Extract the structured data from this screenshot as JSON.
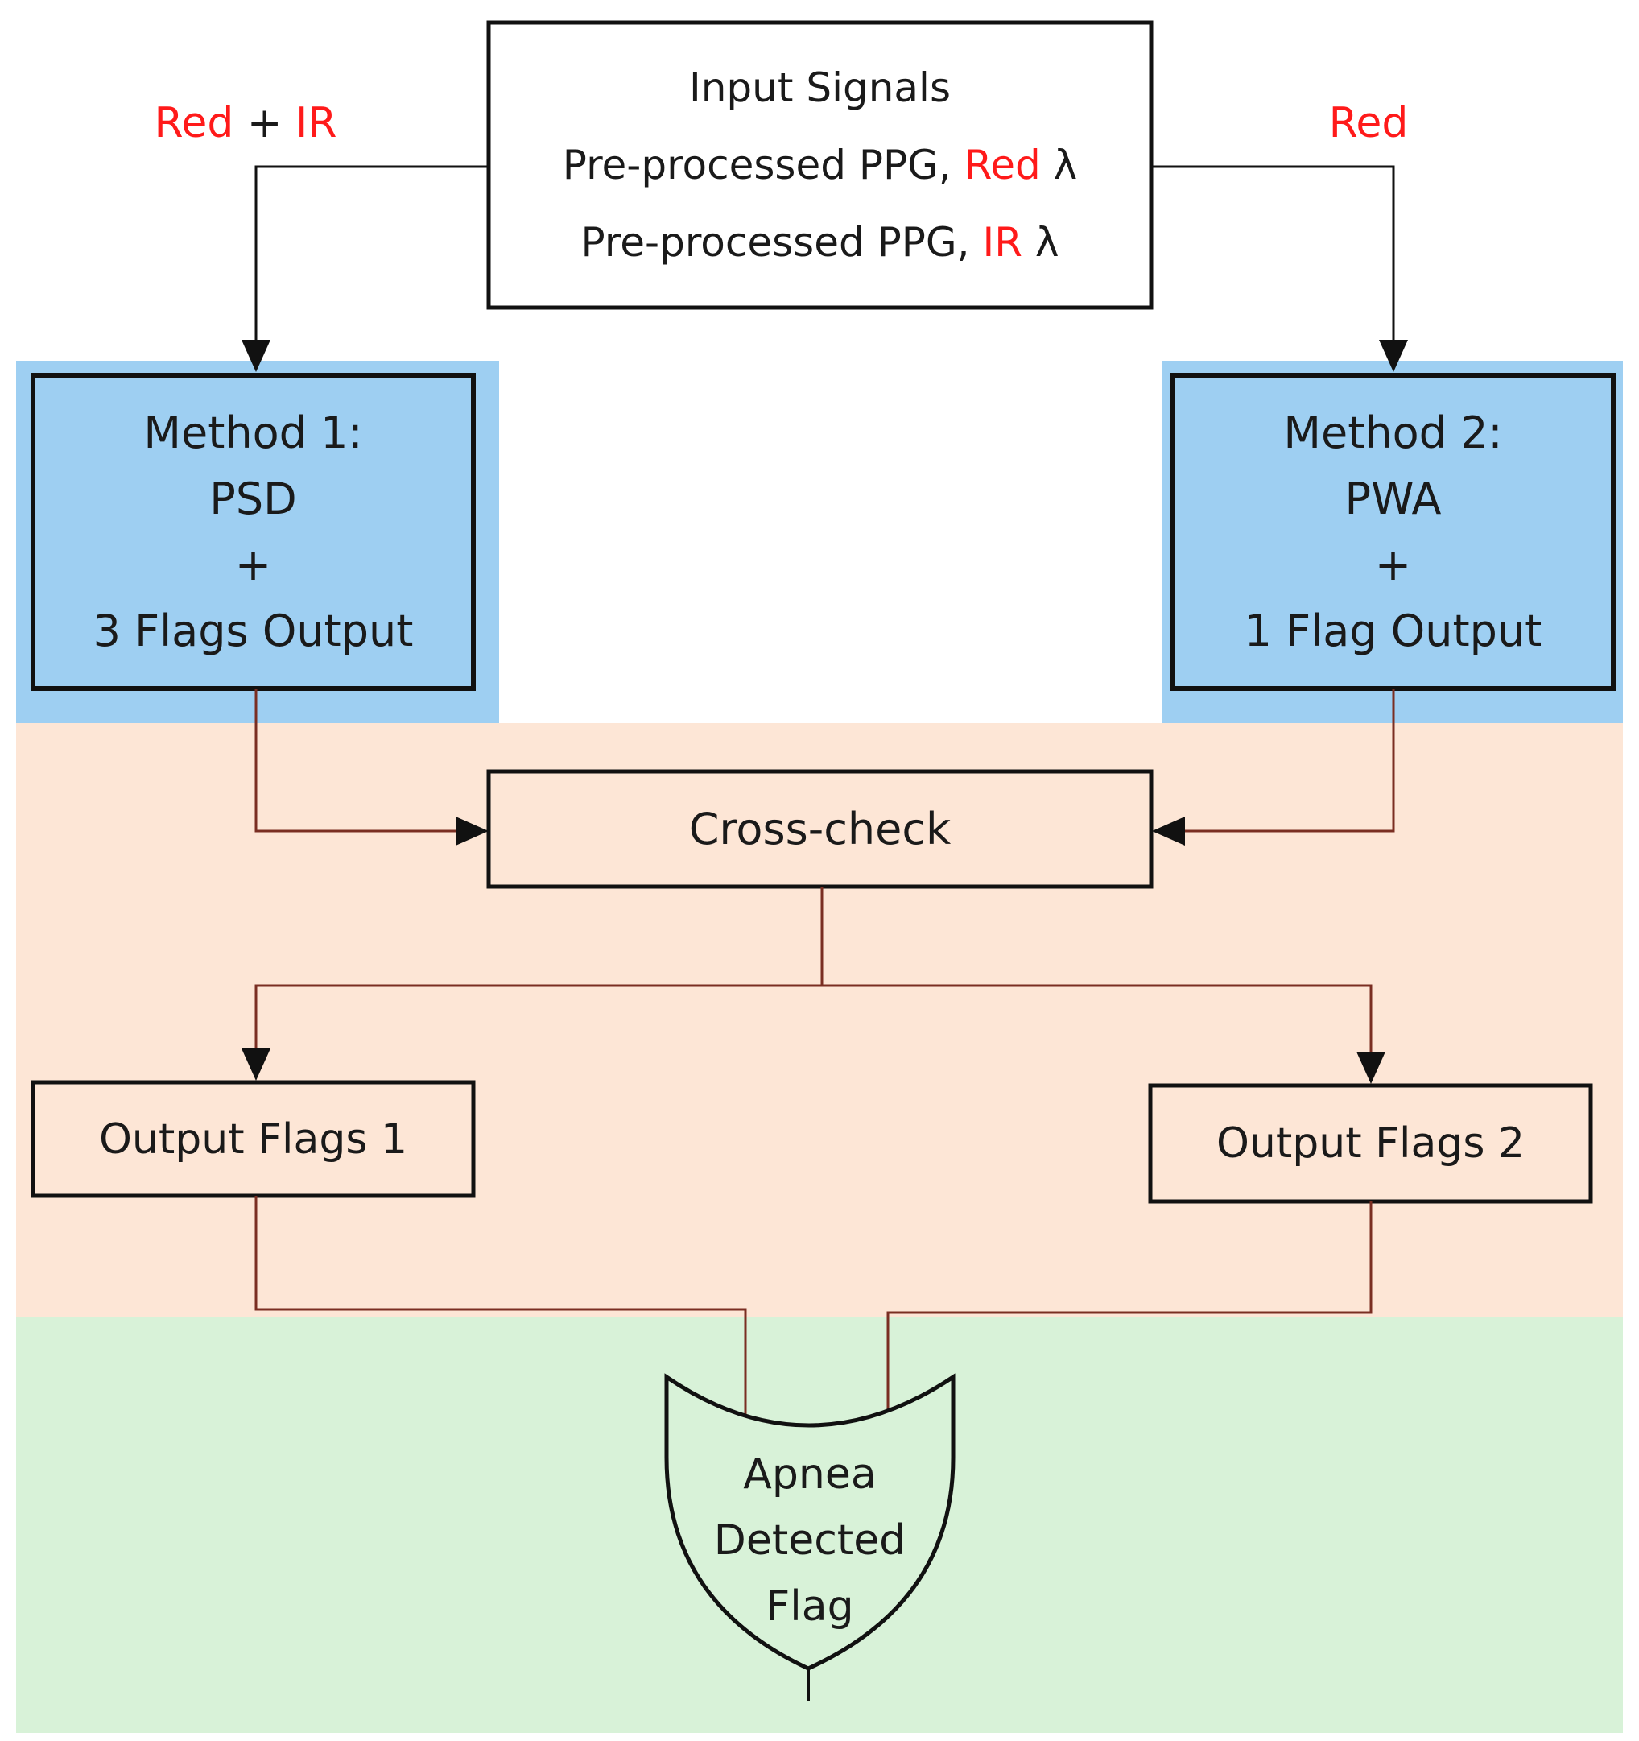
{
  "colors": {
    "red": "#ff1a1a",
    "method_panel": "#9ecff2",
    "method_box": "#9ecff2",
    "processing_panel": "#fde6d6",
    "output_panel": "#d8f2d8",
    "line_dark": "#111111",
    "line_brown": "#7a2e22"
  },
  "input": {
    "title": "Input Signals",
    "line1_prefix": "Pre-processed PPG, ",
    "line1_red": "Red",
    "line1_suffix": " λ",
    "line2_prefix": "Pre-processed PPG, ",
    "line2_red": "IR",
    "line2_suffix": " λ"
  },
  "edge_labels": {
    "left_red": "Red",
    "left_plus": " + ",
    "left_ir": "IR",
    "right_red": "Red"
  },
  "method1": {
    "line1": "Method 1:",
    "line2": "PSD",
    "line3": "+",
    "line4": "3 Flags Output"
  },
  "method2": {
    "line1": "Method 2:",
    "line2": "PWA",
    "line3": "+",
    "line4": "1 Flag Output"
  },
  "crosscheck": {
    "label": "Cross-check"
  },
  "outputs": {
    "flags1": "Output Flags 1",
    "flags2": "Output Flags 2"
  },
  "apnea": {
    "line1": "Apnea",
    "line2": "Detected",
    "line3": "Flag"
  }
}
